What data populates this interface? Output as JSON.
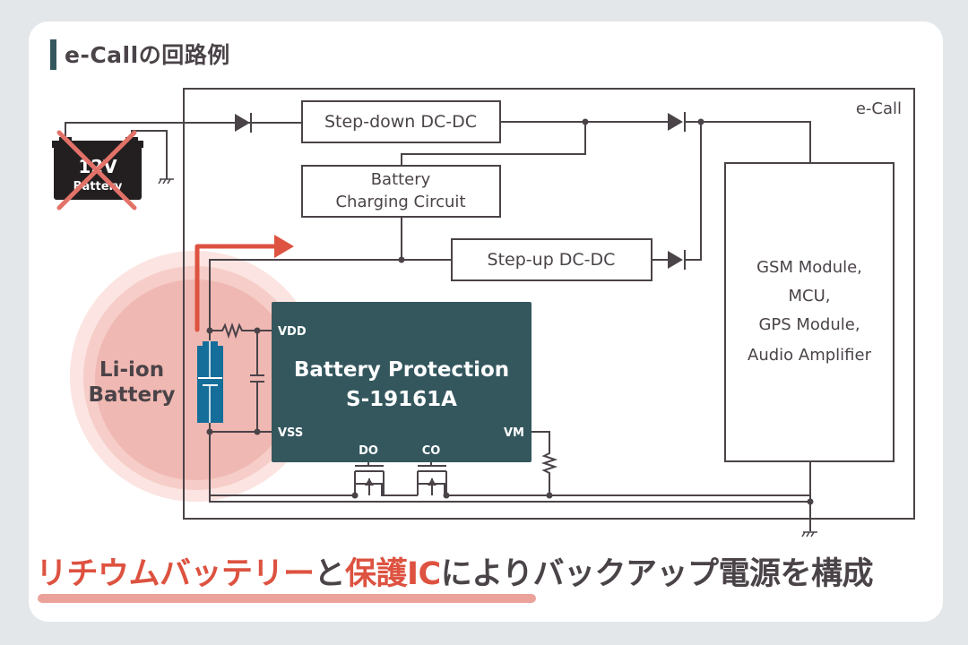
{
  "title": "e-Callの回路例",
  "diagram": {
    "frame_label": "e-Call",
    "blocks": {
      "step_down": "Step-down DC-DC",
      "charging_line1": "Battery",
      "charging_line2": "Charging Circuit",
      "step_up": "Step-up DC-DC",
      "load_lines": [
        "GSM Module,",
        "MCU,",
        "GPS Module,",
        "Audio Amplifier"
      ]
    },
    "car_battery": {
      "label_voltage": "12V",
      "label_name": "Battery",
      "status": "crossed-out"
    },
    "li_ion": {
      "line1": "Li-ion",
      "line2": "Battery"
    },
    "protection_ic": {
      "line1": "Battery Protection",
      "line2": "S-19161A",
      "pins": {
        "vdd": "VDD",
        "vss": "VSS",
        "vm": "VM",
        "do": "DO",
        "co": "CO"
      }
    }
  },
  "footer": {
    "part1": "リチウムバッテリー",
    "part2": "と",
    "part3": "保護IC",
    "part4": "によりバックアップ電源を構成"
  },
  "colors": {
    "accent_red": "#dd5240",
    "chip_teal": "#34575e",
    "battery_blue": "#156e9a",
    "line_dark": "#4a4348",
    "halo_pink": "#f0b8b2"
  }
}
